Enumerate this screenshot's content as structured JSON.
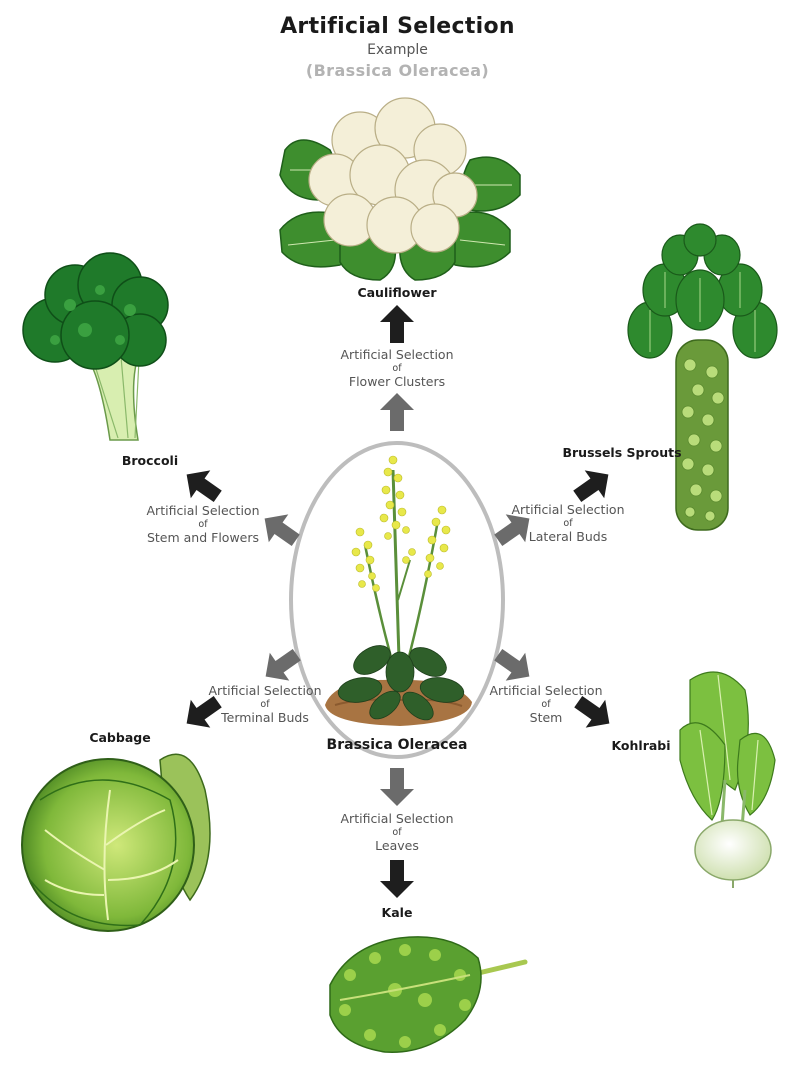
{
  "header": {
    "title": "Artificial Selection",
    "subtitle": "Example",
    "species": "(Brassica Oleracea)"
  },
  "center": {
    "label": "Brassica Oleracea"
  },
  "vegetables": {
    "cauliflower": "Cauliflower",
    "broccoli": "Broccoli",
    "brussels": "Brussels Sprouts",
    "cabbage": "Cabbage",
    "kohlrabi": "Kohlrabi",
    "kale": "Kale"
  },
  "selections": {
    "cauliflower": {
      "line1": "Artificial Selection",
      "of": "of",
      "line2": "Flower Clusters"
    },
    "broccoli": {
      "line1": "Artificial Selection",
      "of": "of",
      "line2": "Stem and Flowers"
    },
    "brussels": {
      "line1": "Artificial Selection",
      "of": "of",
      "line2": "Lateral Buds"
    },
    "cabbage": {
      "line1": "Artificial Selection",
      "of": "of",
      "line2": "Terminal Buds"
    },
    "kohlrabi": {
      "line1": "Artificial Selection",
      "of": "of",
      "line2": "Stem"
    },
    "kale": {
      "line1": "Artificial Selection",
      "of": "of",
      "line2": "Leaves"
    }
  },
  "colors": {
    "dark_arrow": "#1e1e1e",
    "gray_arrow": "#6b6b6b",
    "oval_outline": "#bdbdbd",
    "leaf_green": "#2e7d2e",
    "flower_yellow": "#e8e84a"
  }
}
